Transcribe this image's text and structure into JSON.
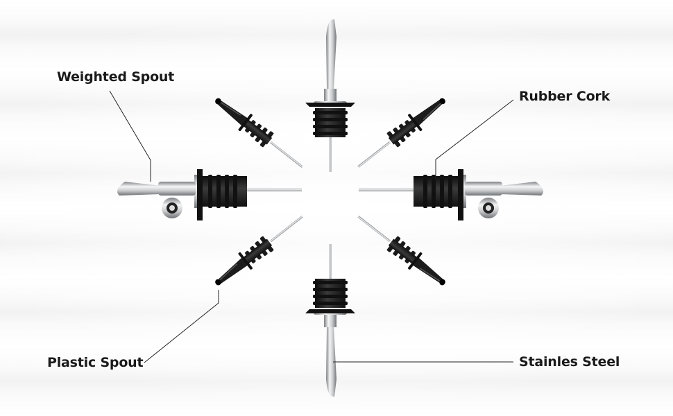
{
  "labels": {
    "weighted_spout": "Weighted Spout",
    "rubber_cork": "Rubber Cork",
    "plastic_spout": "Plastic Spout",
    "stainless_steel": "Stainles Steel"
  },
  "colors": {
    "rubber": "#1c1c1c",
    "steel": "#b8bbbe",
    "leader_line": "#222222"
  }
}
